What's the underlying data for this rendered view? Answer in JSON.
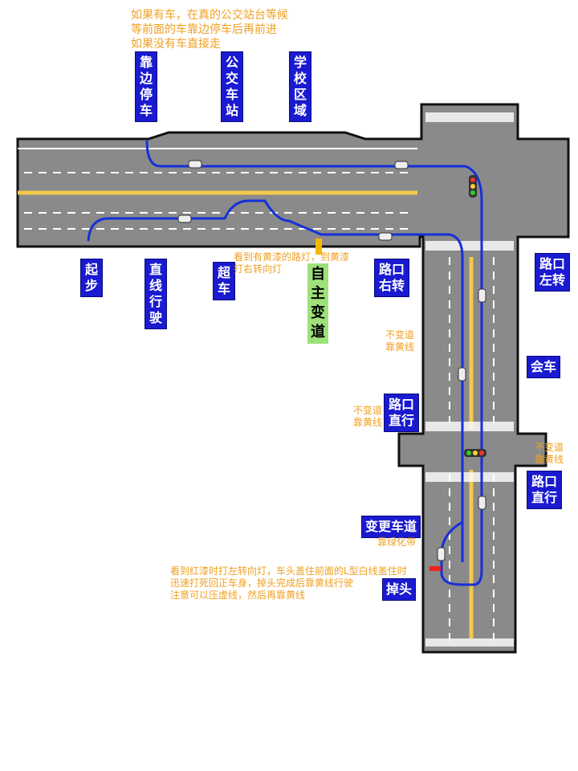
{
  "notes": {
    "bus_stop": "如果有车，在真的公交站台等候\n等前面的车靠边停车后再前进\n如果没有车直接走",
    "yellow_lamp": "看到有黄漆的路灯，到黄漆\n打右转向灯",
    "no_lane_change_1": "不变道\n靠黄线",
    "no_lane_change_2": "不变道\n靠黄线",
    "no_lane_change_3": "不变道\n靠黄线",
    "change_lane_sub": "靠绿化带",
    "uturn": "看到红漆时打左转向灯，车头盖住前面的L型白线盖住时\n迅速打死回正车身，掉头完成后靠黄线行驶\n注意可以压虚线，然后再靠黄线"
  },
  "labels": {
    "pull_over": "靠边停车",
    "bus_stop": "公交车站",
    "school_zone": "学校区域",
    "start": "起步",
    "straight": "直线行驶",
    "overtake": "超车",
    "right_turn": "路口右转",
    "own_lane_change": "自主变道",
    "left_turn": "路口左转",
    "meet_car": "会车",
    "straight_intersection_1": "路口直行",
    "straight_intersection_2": "路口直行",
    "change_lane": "变更车道",
    "uturn": "掉头"
  },
  "colors": {
    "road": "#8a8a8a",
    "route": "#1530d8",
    "label_bg": "#1a1ad0",
    "note": "#f0a020",
    "yellow_line": "#f2c94c"
  }
}
